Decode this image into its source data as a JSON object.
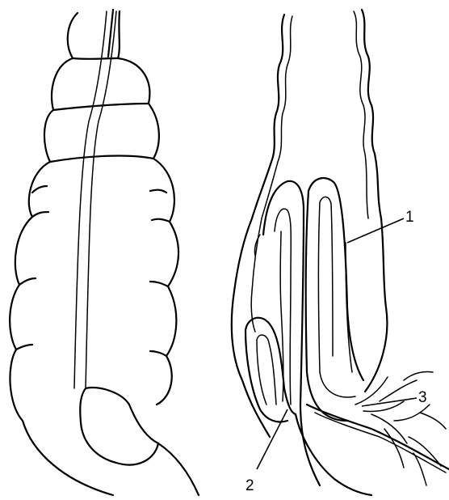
{
  "labels": {
    "one": "1",
    "two": "2",
    "three": "3"
  },
  "colors": {
    "ink": "#000000",
    "paper": "#ffffff"
  }
}
